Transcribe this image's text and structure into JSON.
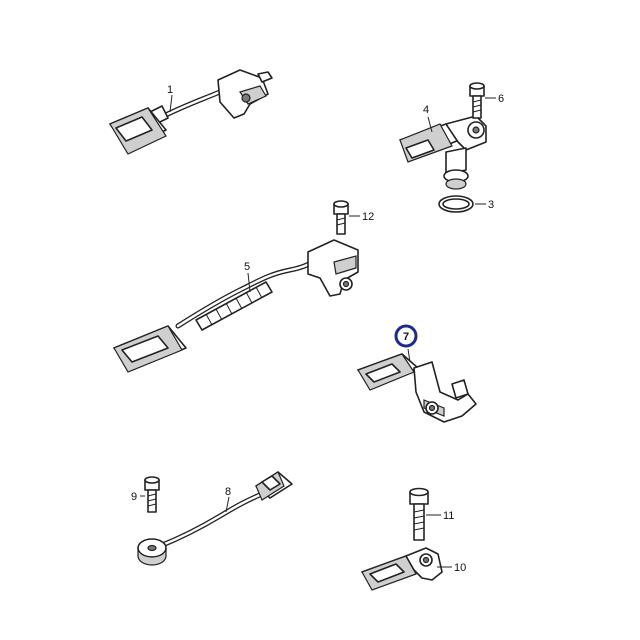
{
  "callouts": {
    "c1": "1",
    "c3": "3",
    "c4": "4",
    "c5": "5",
    "c6": "6",
    "c7": "7",
    "c8": "8",
    "c9": "9",
    "c10": "10",
    "c11": "11",
    "c12": "12"
  },
  "highlight": {
    "callout": "7",
    "color": "#1c2a8c"
  }
}
